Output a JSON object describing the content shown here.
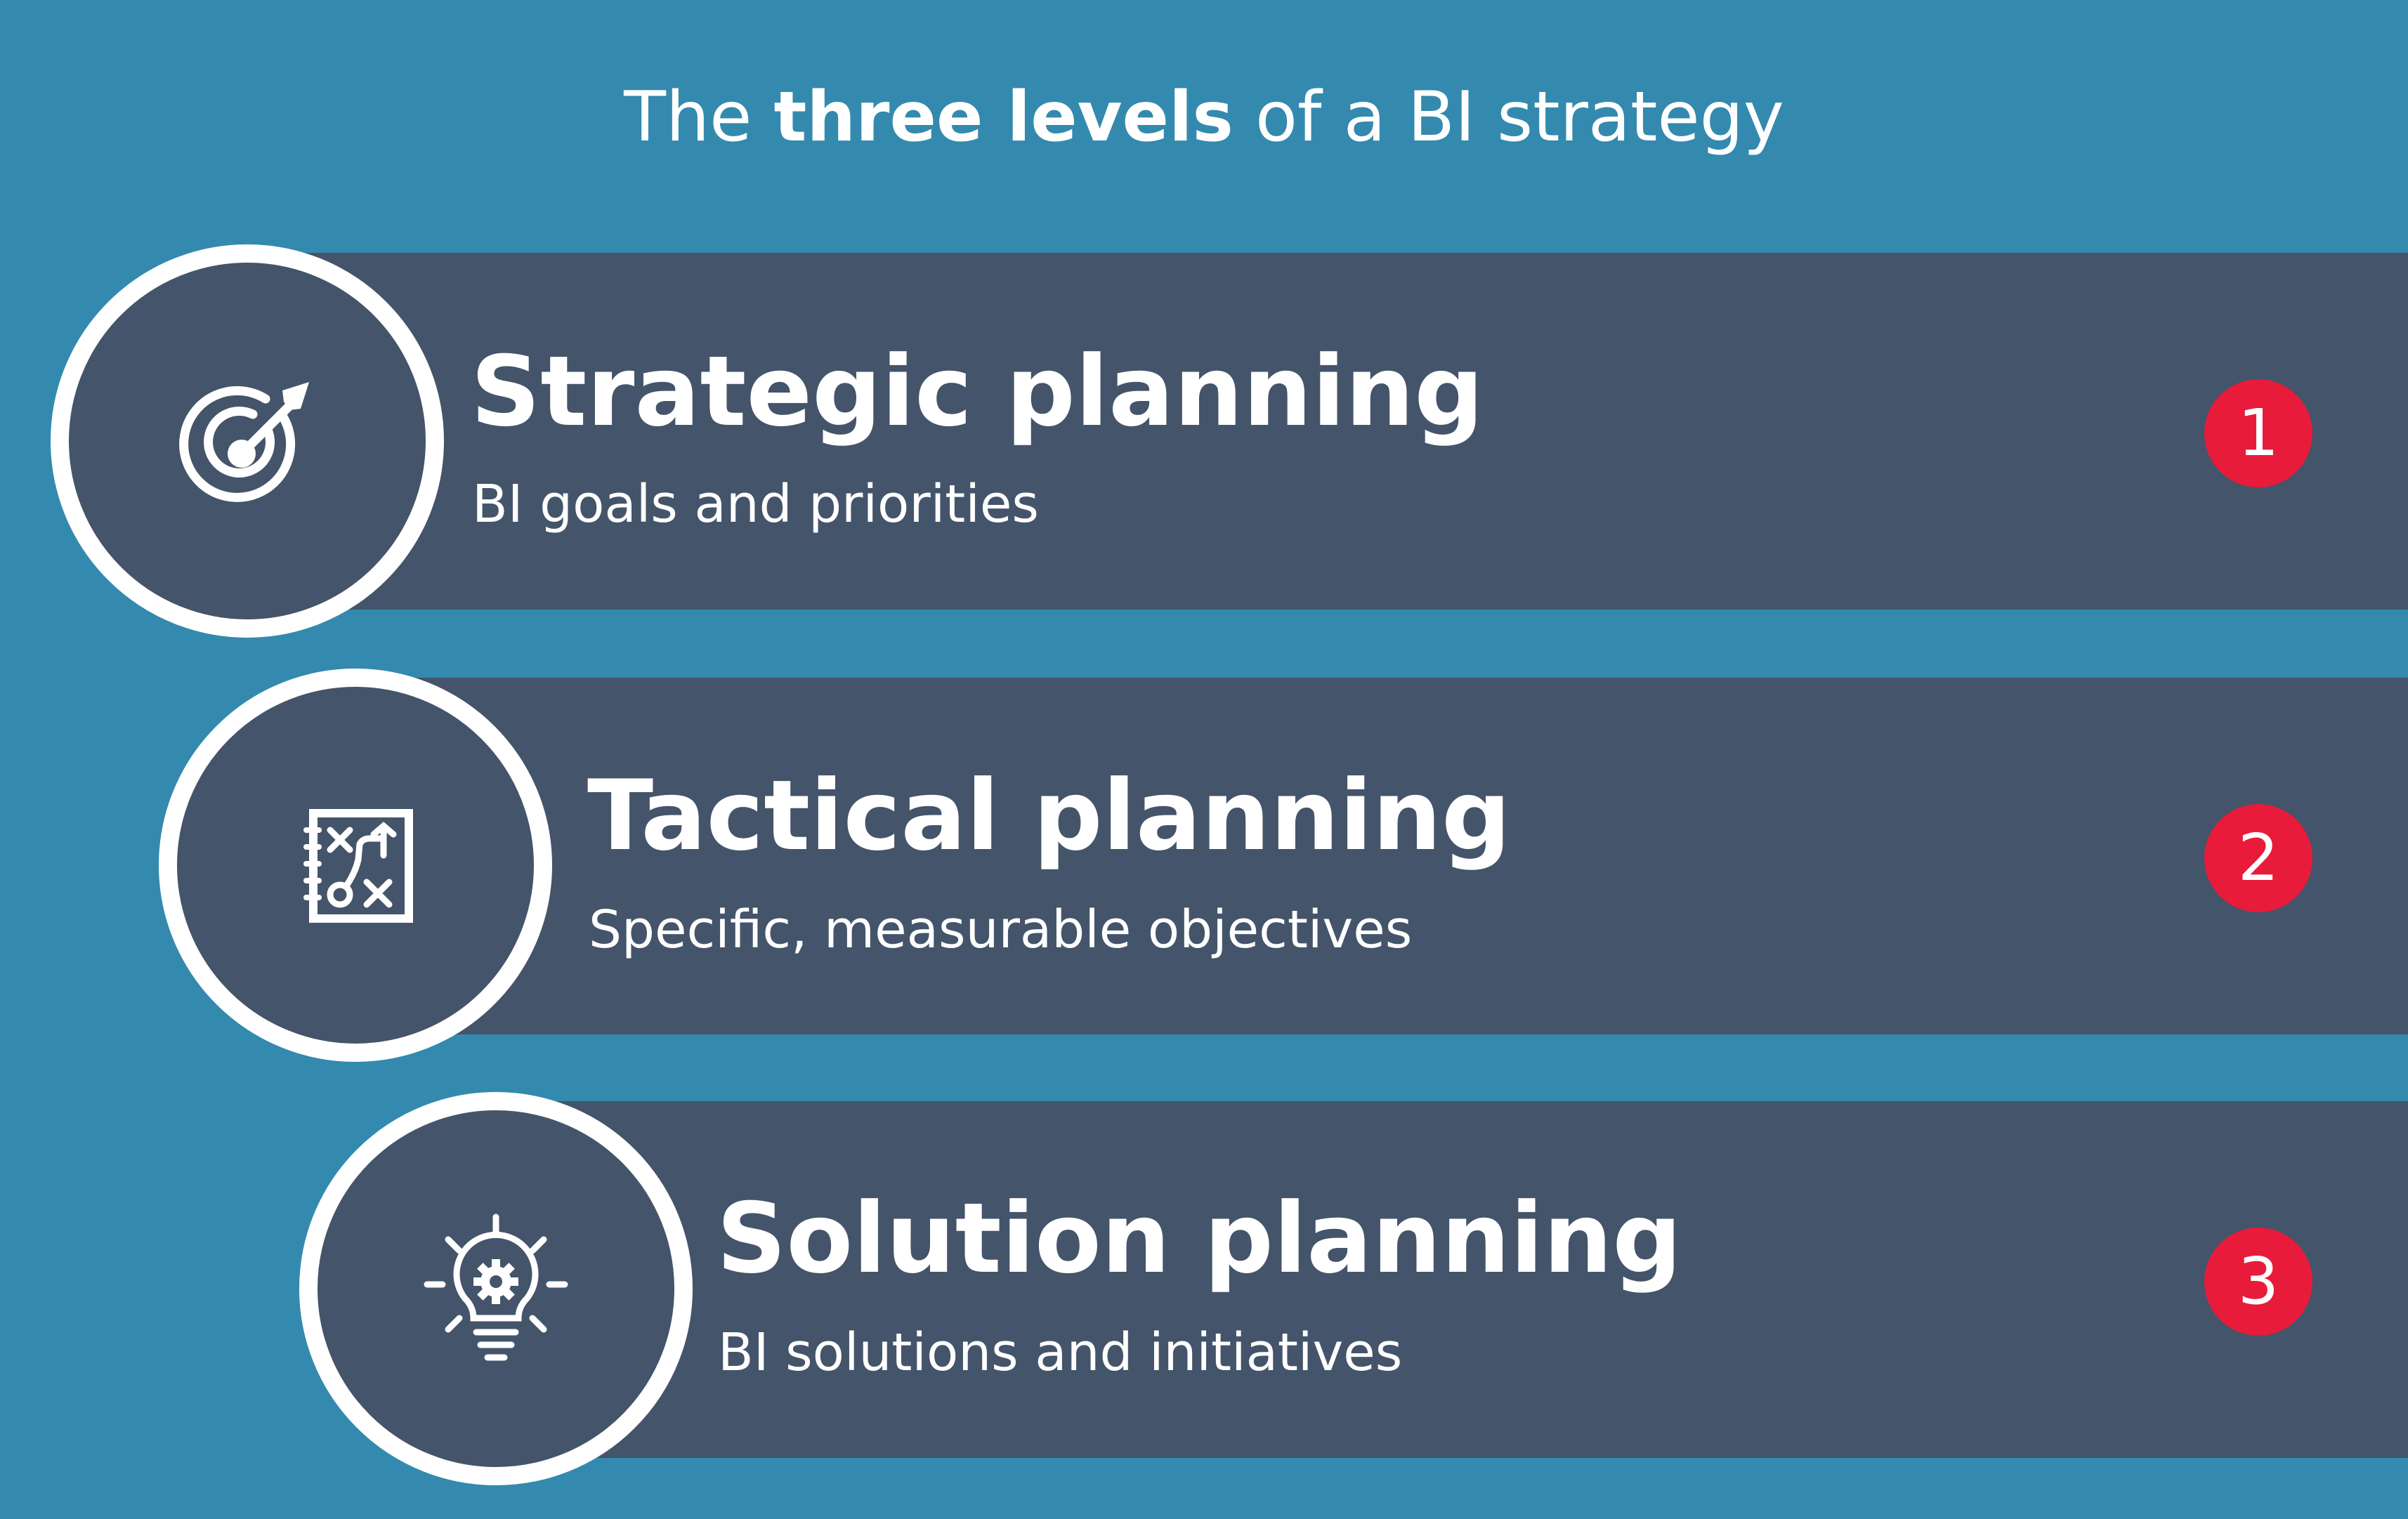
{
  "title": {
    "prefix": "The ",
    "emphasis": "three levels",
    "suffix": " of a BI strategy"
  },
  "levels": [
    {
      "heading": "Strategic planning",
      "description": "BI goals and priorities",
      "number": "1",
      "icon": "target-icon"
    },
    {
      "heading": "Tactical planning",
      "description": "Specific, measurable objectives",
      "number": "2",
      "icon": "tactics-board-icon"
    },
    {
      "heading": "Solution planning",
      "description": "BI solutions and initiatives",
      "number": "3",
      "icon": "lightbulb-gear-icon"
    }
  ],
  "colors": {
    "background": "#338aae",
    "band": "#44546a",
    "badge": "#e81b3a",
    "text": "#ffffff"
  }
}
